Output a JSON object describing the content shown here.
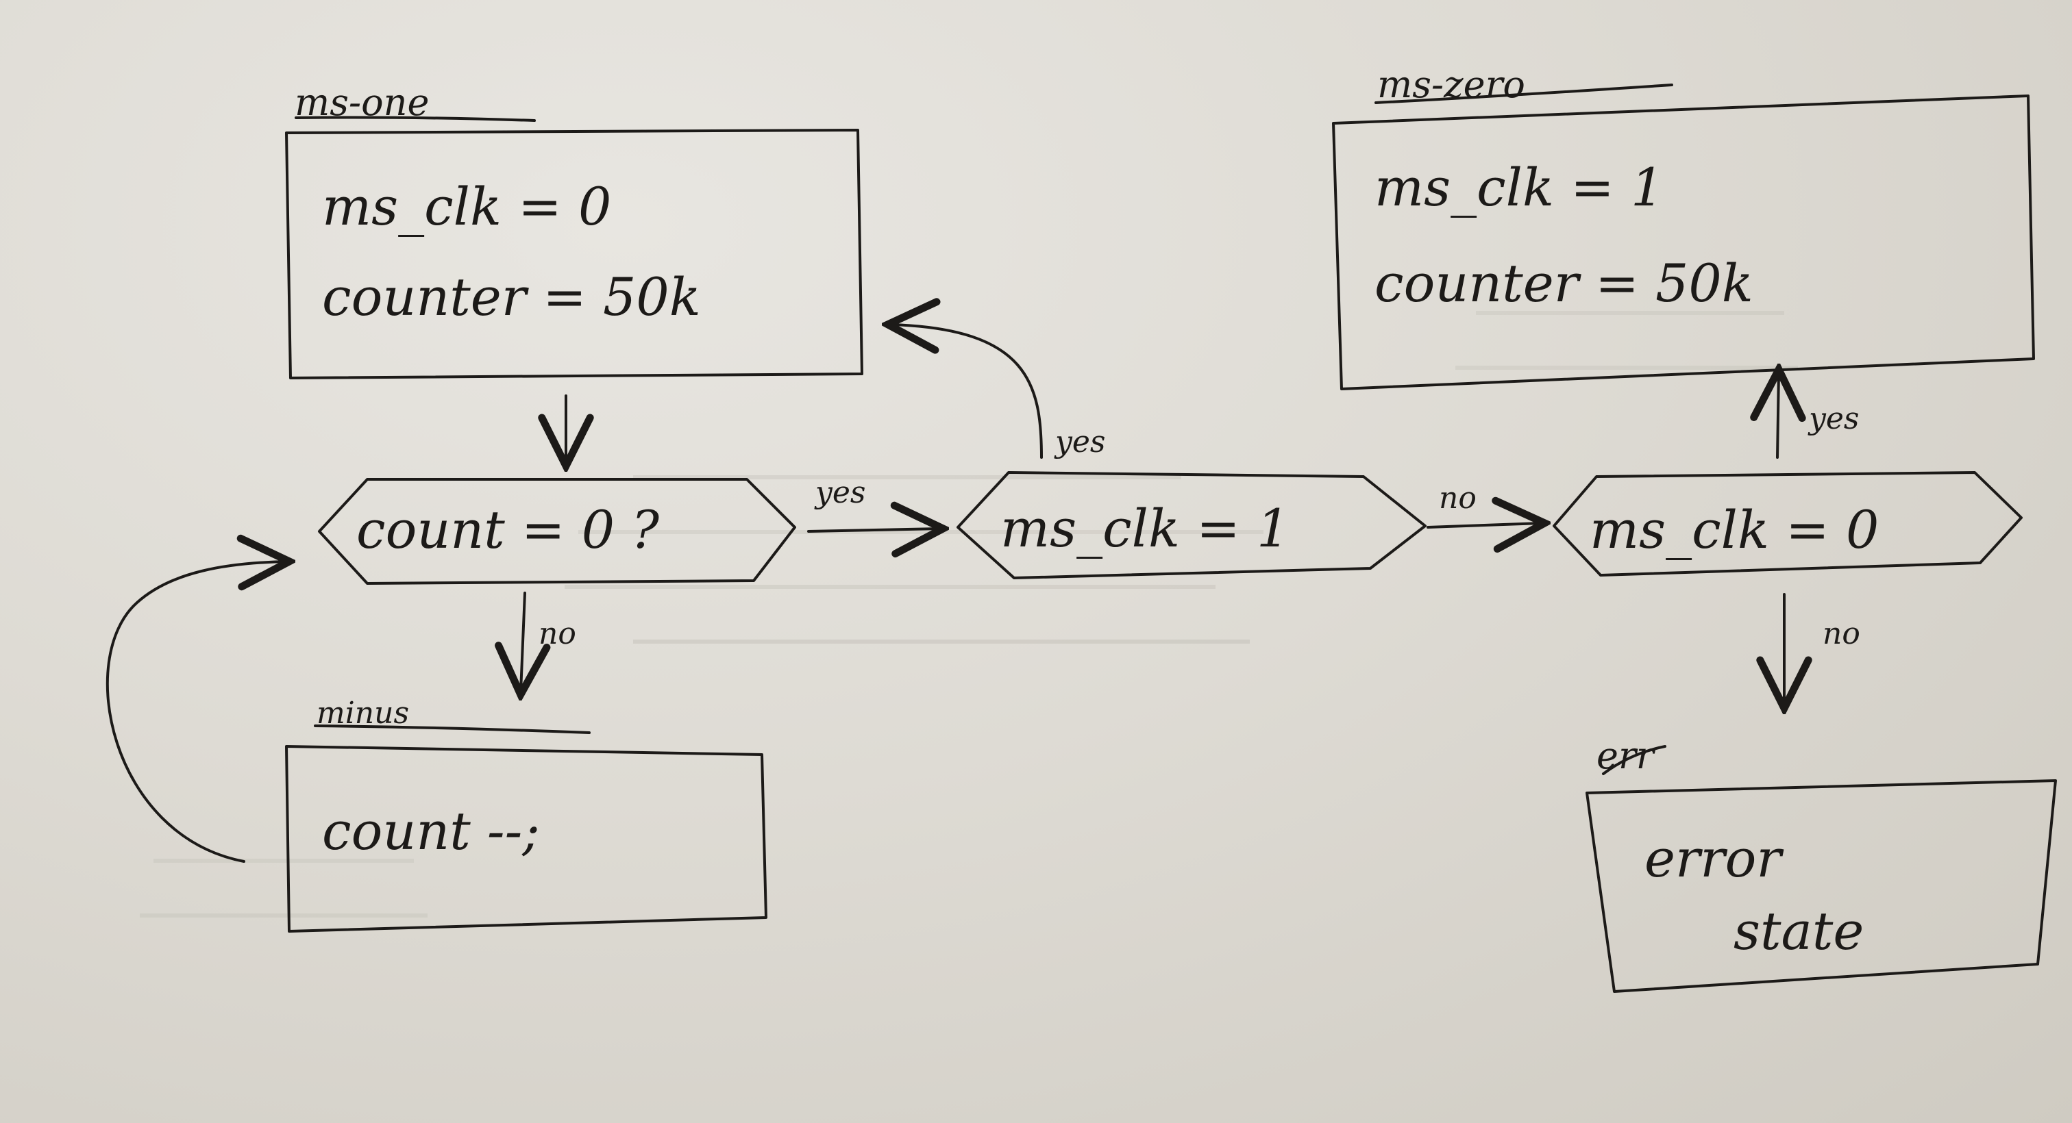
{
  "states": {
    "ms_one": {
      "name": "ms-one",
      "line1": "ms_clk = 0",
      "line2": "counter = 50k"
    },
    "ms_zero": {
      "name": "ms-zero",
      "line1": "ms_clk = 1",
      "line2": "counter = 50k"
    },
    "minus": {
      "name": "minus",
      "line1": "count --;"
    },
    "err": {
      "name": "err",
      "line1": "error",
      "line2": "state"
    }
  },
  "decisions": {
    "count_zero": "count = 0 ?",
    "ms_clk_is_1": "ms_clk = 1",
    "ms_clk_is_0": "ms_clk = 0"
  },
  "edges": {
    "count_yes": "yes",
    "count_no": "no",
    "clk1_yes": "yes",
    "clk1_no": "no",
    "clk0_yes": "yes",
    "clk0_no": "no"
  }
}
